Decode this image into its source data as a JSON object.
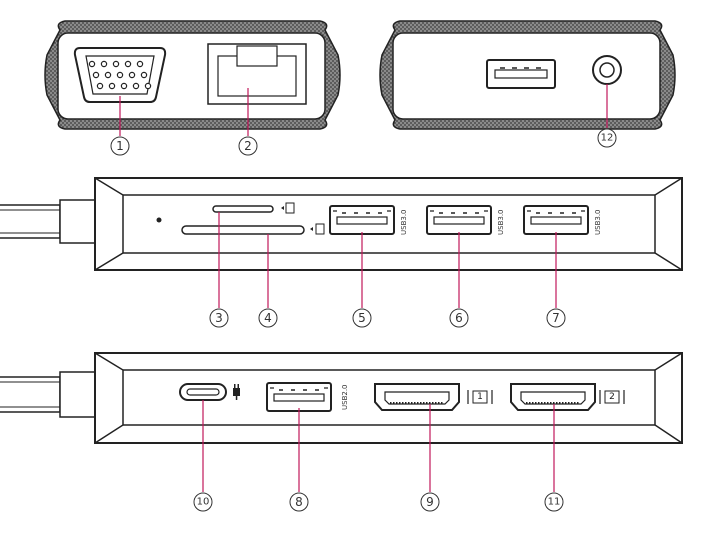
{
  "callouts": {
    "vga": "1",
    "ethernet": "2",
    "sd_card": "3",
    "tf_card": "4",
    "usb_a": "5",
    "usb_b": "6",
    "usb_c": "7",
    "usb2": "8",
    "hdmi_1": "9",
    "type_c_pd": "10",
    "hdmi_2": "11",
    "audio": "12"
  },
  "port_labels": {
    "usb3_a": "USB3.0",
    "usb3_b": "USB3.0",
    "usb3_c": "USB3.0",
    "usb2": "USB2.0"
  },
  "display_labels": {
    "hdmi_1": "1",
    "hdmi_2": "2"
  },
  "colors": {
    "callout_line": "#c2185b",
    "outline": "#222222",
    "hatch": "#555555"
  }
}
